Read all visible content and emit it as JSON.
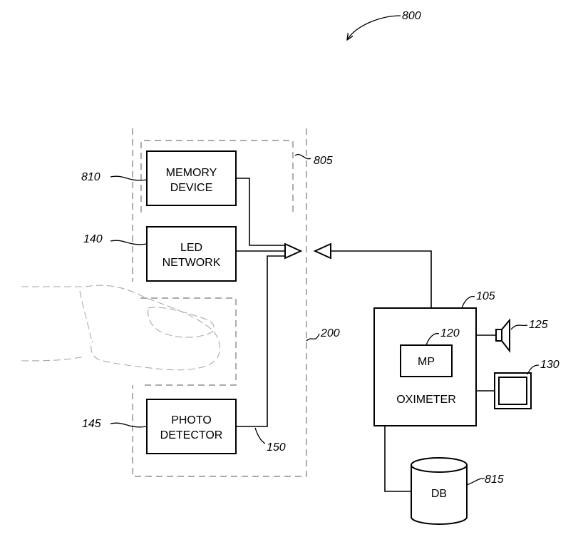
{
  "figure_ref": "800",
  "refs": {
    "sensor_top": "805",
    "memory": "810",
    "led": "140",
    "photo": "145",
    "photo_line": "150",
    "sensor_bottom": "200",
    "oximeter": "105",
    "mp": "120",
    "speaker": "125",
    "monitor": "130",
    "db": "815"
  },
  "blocks": {
    "memory_line1": "MEMORY",
    "memory_line2": "DEVICE",
    "led_line1": "LED",
    "led_line2": "NETWORK",
    "photo_line1": "PHOTO",
    "photo_line2": "DETECTOR",
    "mp": "MP",
    "oximeter": "OXIMETER",
    "db": "DB"
  }
}
